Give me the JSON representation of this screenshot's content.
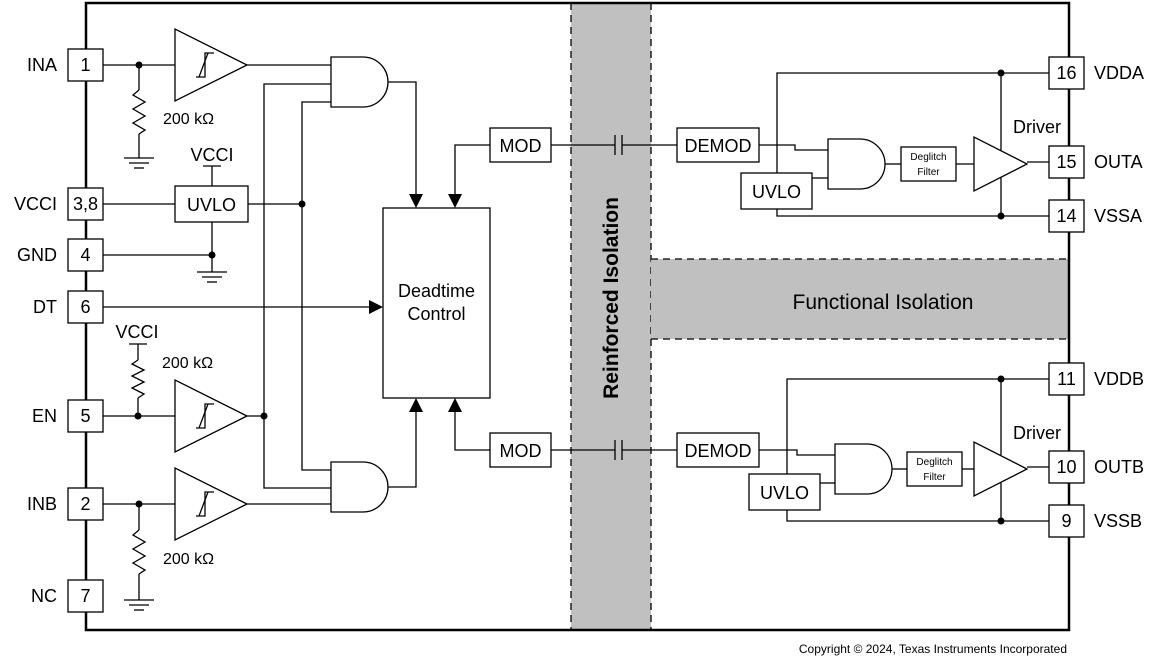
{
  "left_pins": [
    {
      "label": "INA",
      "num": "1"
    },
    {
      "label": "VCCI",
      "num": "3,8"
    },
    {
      "label": "GND",
      "num": "4"
    },
    {
      "label": "DT",
      "num": "6"
    },
    {
      "label": "EN",
      "num": "5"
    },
    {
      "label": "INB",
      "num": "2"
    },
    {
      "label": "NC",
      "num": "7"
    }
  ],
  "right_pins": [
    {
      "label": "VDDA",
      "num": "16"
    },
    {
      "label": "OUTA",
      "num": "15"
    },
    {
      "label": "VSSA",
      "num": "14"
    },
    {
      "label": "VDDB",
      "num": "11"
    },
    {
      "label": "OUTB",
      "num": "10"
    },
    {
      "label": "VSSB",
      "num": "9"
    }
  ],
  "blocks": {
    "uvlo": "UVLO",
    "mod": "MOD",
    "demod": "DEMOD",
    "deadtime_line1": "Deadtime",
    "deadtime_line2": "Control",
    "deglitch_line1": "Deglitch",
    "deglitch_line2": "Filter",
    "driver": "Driver"
  },
  "labels": {
    "vcci": "VCCI",
    "resistor": "200 kΩ",
    "reinforced_isolation": "Reinforced Isolation",
    "functional_isolation": "Functional Isolation",
    "copyright": "Copyright © 2024, Texas Instruments Incorporated"
  },
  "colors": {
    "isolation_fill": "#c0c0c0",
    "line": "#000000"
  }
}
